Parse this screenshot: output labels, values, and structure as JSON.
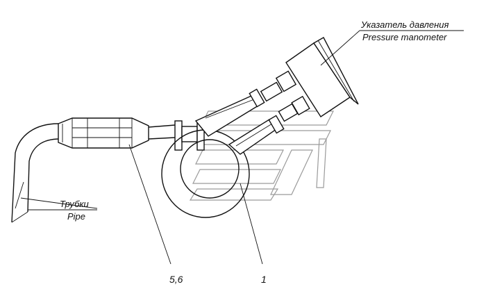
{
  "labels": {
    "pressure_gauge_ru": "Указатель давления",
    "pressure_gauge_en": "Pressure manometer",
    "pipes_ru": "Трубки",
    "pipes_en": "Pipe",
    "callout_5_6": "5,6",
    "callout_1": "1"
  }
}
